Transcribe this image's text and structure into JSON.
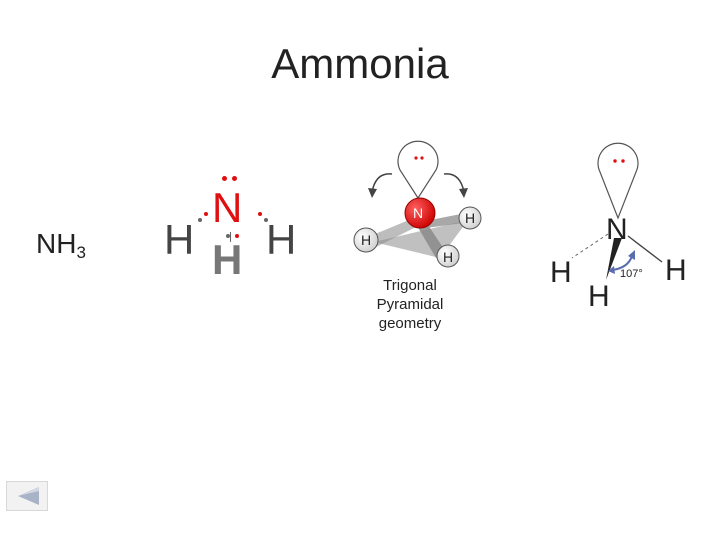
{
  "title": "Ammonia",
  "formula": {
    "main": "NH",
    "sub": "3"
  },
  "lewis": {
    "n": "N",
    "h_left": "H",
    "h_right": "H",
    "h_bottom": "H"
  },
  "model3d": {
    "n": "N",
    "h_left": "H",
    "h_right": "H",
    "h_bottom": "H"
  },
  "geometry_caption": [
    "Trigonal",
    "Pyramidal",
    "geometry"
  ],
  "wedge": {
    "n": "N",
    "h_left": "H",
    "h_right": "H",
    "h_bottom": "H",
    "angle": "107°"
  },
  "colors": {
    "nitrogen": "#e01010",
    "text": "#222222",
    "arrow": "#5a6db0"
  },
  "nav": {
    "icon": "back-arrow-icon"
  }
}
